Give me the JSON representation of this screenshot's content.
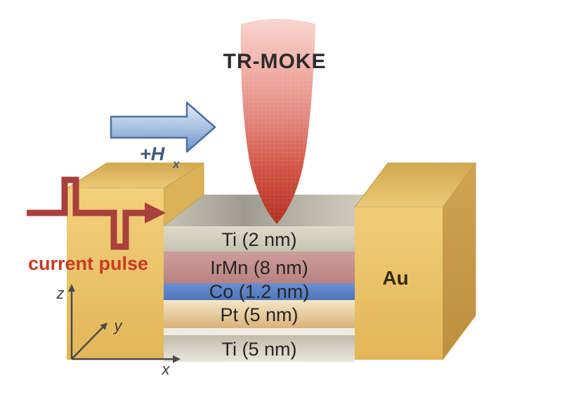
{
  "figure": {
    "probe_label": "TR-MOKE",
    "field_label": {
      "main": "+H",
      "sub": "x"
    },
    "pulse_label": "current pulse",
    "electrode_label": "Au",
    "axes": {
      "x": "x",
      "y": "y",
      "z": "z"
    },
    "stack_layers": [
      {
        "material": "Ti",
        "thickness_nm": 2,
        "label": "Ti (2 nm)",
        "color": "#d2cebd"
      },
      {
        "material": "IrMn",
        "thickness_nm": 8,
        "label": "IrMn (8 nm)",
        "color": "#c28e8d"
      },
      {
        "material": "Co",
        "thickness_nm": 1.2,
        "label": "Co (1.2 nm)",
        "color": "#5b82c8"
      },
      {
        "material": "Pt",
        "thickness_nm": 5,
        "label": "Pt (5 nm)",
        "color": "#e6c48c"
      },
      {
        "material": "Ti",
        "thickness_nm": 5,
        "label": "Ti (5 nm)",
        "color": "#d6d2c2"
      }
    ],
    "colors": {
      "electrode_gold": "#eec66b",
      "electrode_gold_dark": "#c79d48",
      "beam_top": "#f6d0ca",
      "beam_tip": "#a93122",
      "field_arrow": "#7b9cd0",
      "pulse_line": "#a8403c",
      "pulse_text": "#c93a23",
      "axis": "#4a4a4a",
      "label_text": "#262626"
    }
  }
}
